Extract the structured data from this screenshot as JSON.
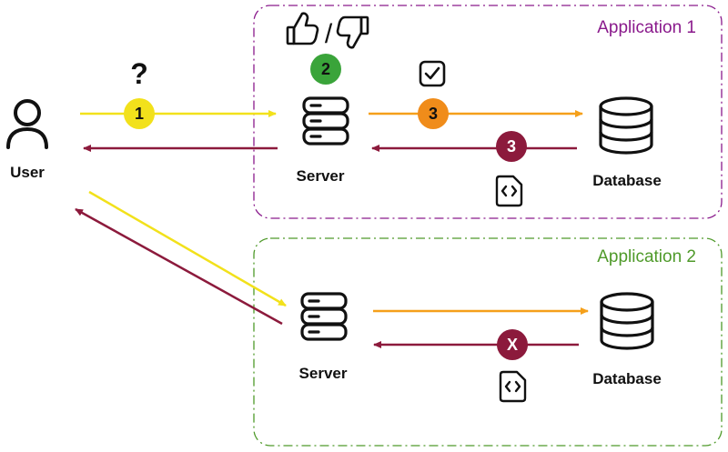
{
  "user": {
    "label": "User",
    "icon": "user-icon"
  },
  "application_1": {
    "title": "Application 1",
    "title_color": "#8a1a8c",
    "server_label": "Server",
    "database_label": "Database",
    "feedback_separator": "/",
    "badge_1": "1",
    "badge_2": "2",
    "badge_3_request": "3",
    "badge_3_response": "3",
    "question_mark": "?"
  },
  "application_2": {
    "title": "Application 2",
    "title_color": "#4f9a2a",
    "server_label": "Server",
    "database_label": "Database",
    "badge_error": "X"
  },
  "colors": {
    "request_yellow": "#f2e11b",
    "response_maroon": "#8c1a3c",
    "db_orange": "#f5a01a",
    "badge_green": "#3aa43a",
    "badge_orange": "#f08c1a"
  }
}
